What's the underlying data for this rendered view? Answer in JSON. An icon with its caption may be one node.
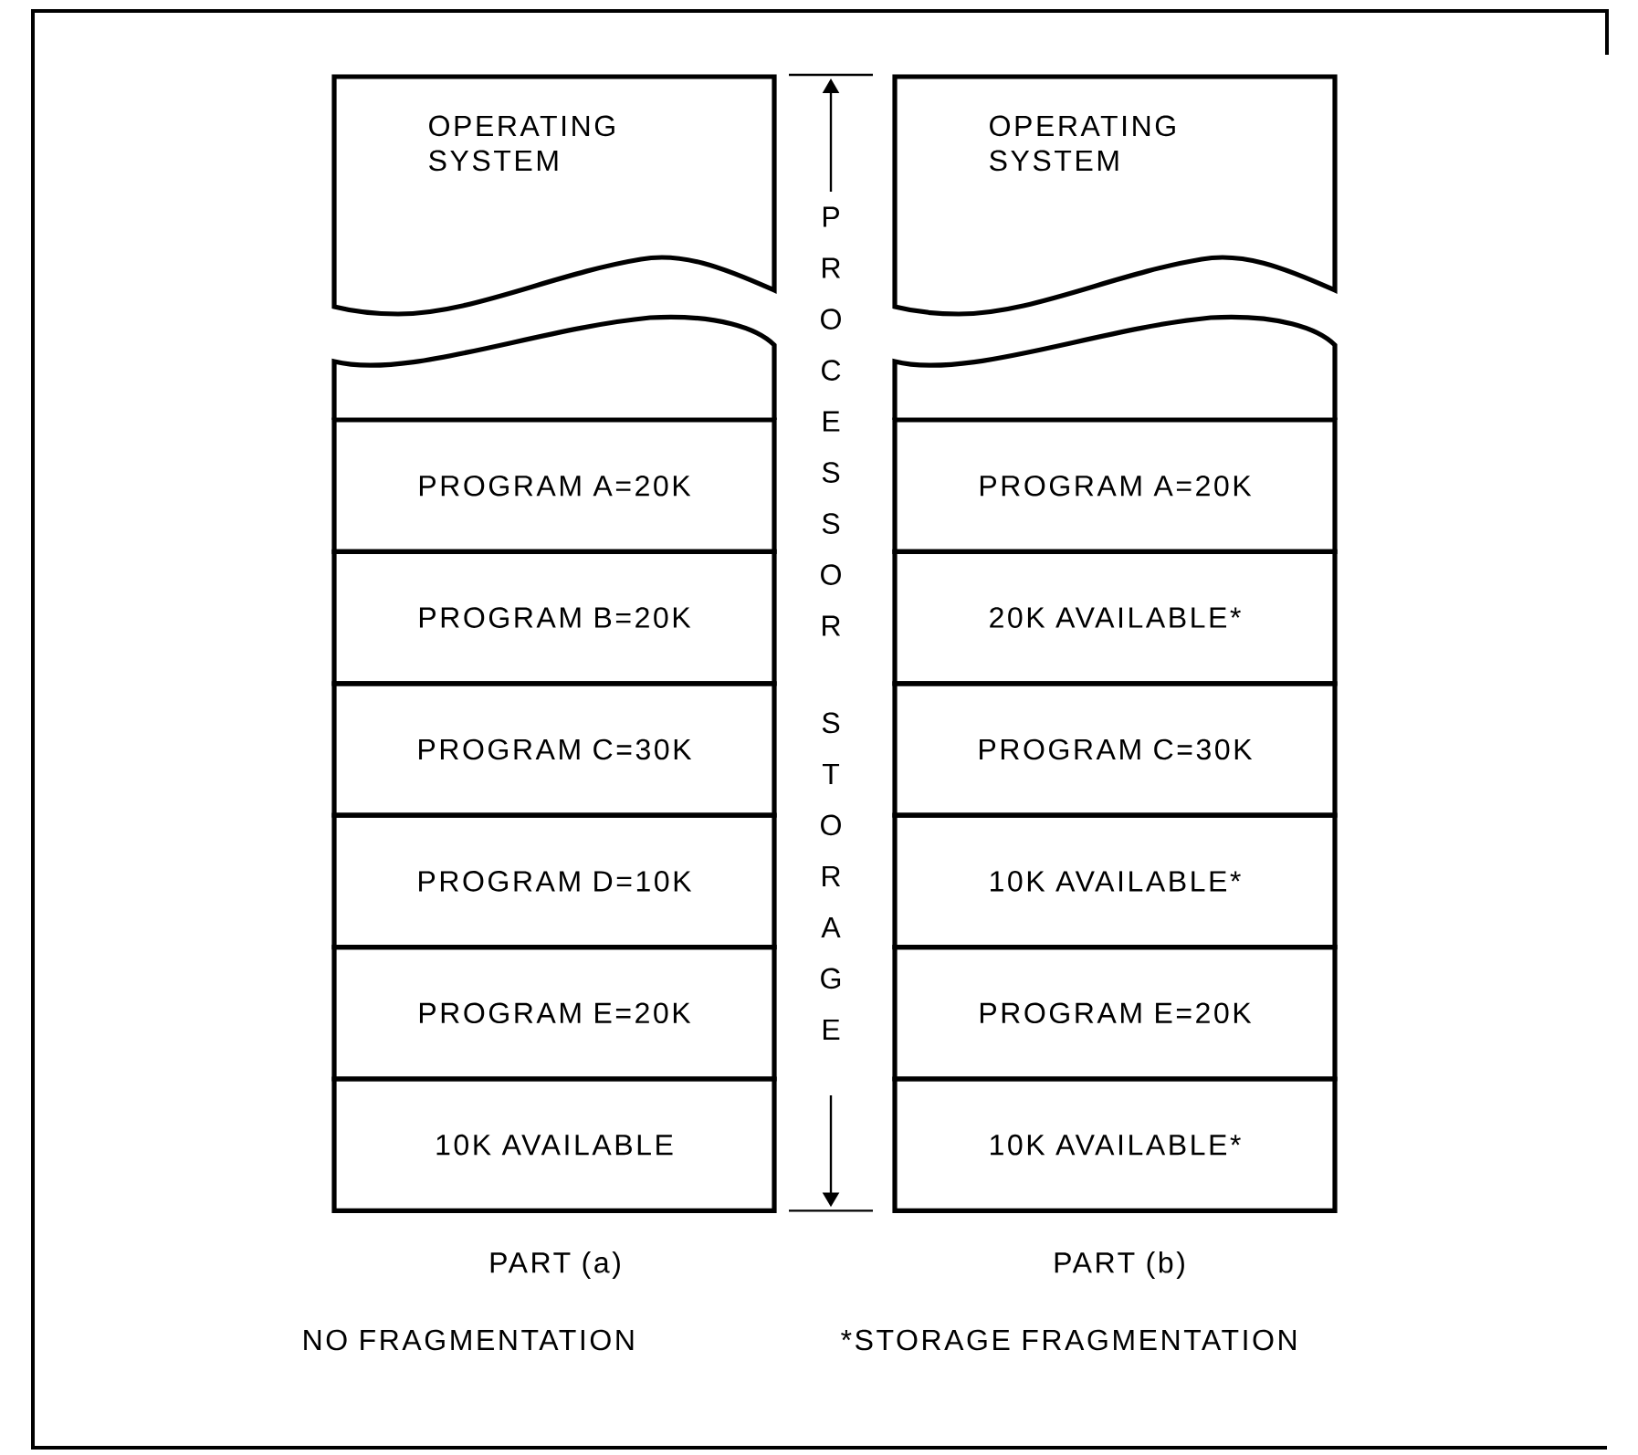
{
  "diagram": {
    "nodes": [
      {
        "text": [
          "OPERATING SYSTEM"
        ]
      },
      {
        "text": [],
        "shape": "box"
      },
      {
        "text": [
          "PROGRAM A=20K"
        ]
      },
      {
        "text": [
          "PROGRAM B=20K"
        ]
      },
      {
        "text": [
          "PROGRAM C=30K"
        ]
      },
      {
        "text": [
          "PROGRAM D=10K"
        ]
      },
      {
        "text": [
          "PROGRAM E=20K"
        ]
      },
      {
        "text": [
          "10K AVAILABLE"
        ]
      },
      {
        "text": [
          "OPERATING SYSTEM"
        ]
      },
      {
        "text": [],
        "shape": "box"
      },
      {
        "text": [
          "PROGRAM A=20K"
        ]
      },
      {
        "text": [
          "20K AVAILABLE*"
        ]
      },
      {
        "text": [
          "PROGRAM C=30K"
        ]
      },
      {
        "text": [
          "10K AVAILABLE*"
        ]
      },
      {
        "text": [
          "PROGRAM E=20K"
        ]
      },
      {
        "text": [
          "10K AVAILABLE*"
        ]
      }
    ],
    "labels": [
      "PROCESSOR",
      "STORAGE",
      "PART (a)",
      "PART (b)",
      "NO FRAGMENTATION",
      "*STORAGE FRAGMENTATION"
    ]
  }
}
